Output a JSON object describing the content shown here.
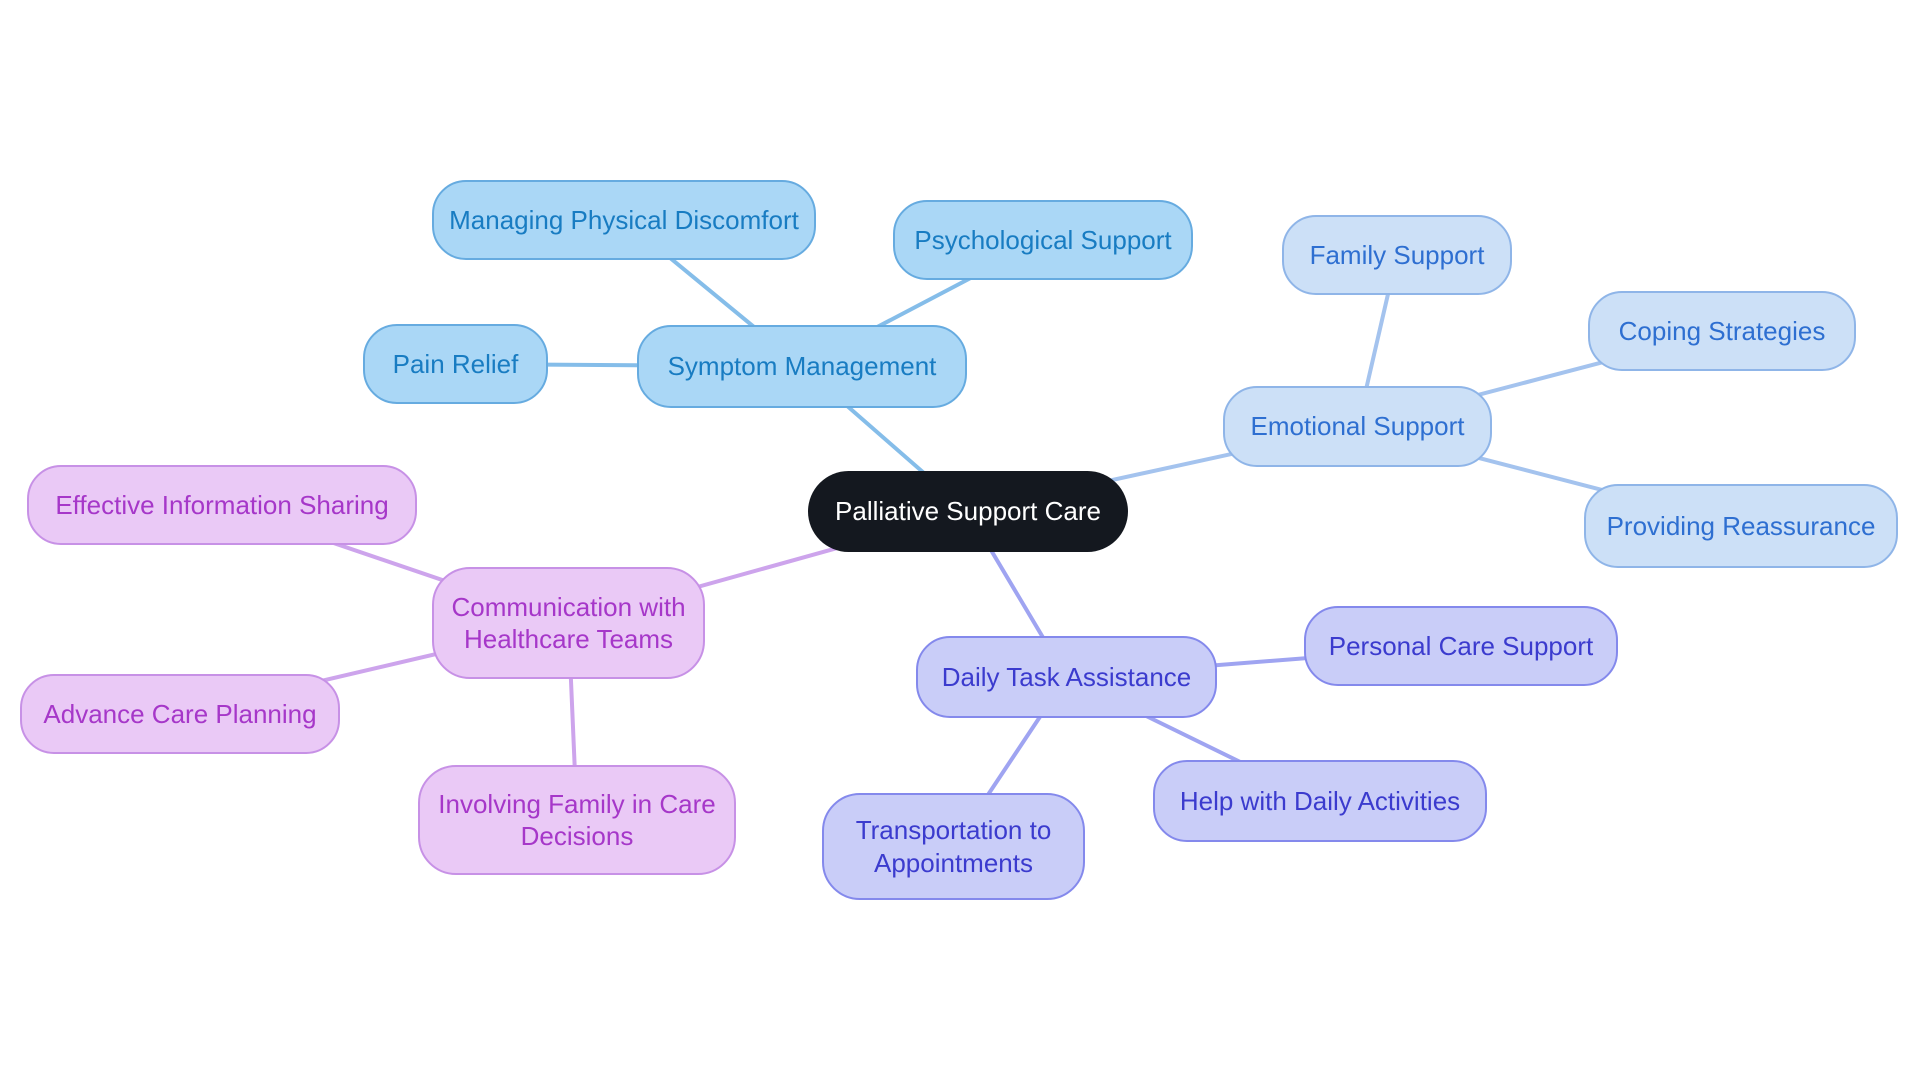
{
  "diagram": {
    "type": "mindmap",
    "background": "#ffffff",
    "edge_width": 4,
    "center": {
      "id": "center",
      "label": "Palliative Support Care",
      "fill": "#14181f",
      "text_color": "#ffffff"
    },
    "branches": [
      {
        "id": "symptom-management",
        "label": "Symptom Management",
        "fill": "#aad7f6",
        "border": "#66abe0",
        "text_color": "#187cc2",
        "line": "#85bde9",
        "children": [
          {
            "id": "managing-physical-discomfort",
            "label": "Managing Physical Discomfort"
          },
          {
            "id": "psychological-support",
            "label": "Psychological Support"
          },
          {
            "id": "pain-relief",
            "label": "Pain Relief"
          }
        ]
      },
      {
        "id": "emotional-support",
        "label": "Emotional Support",
        "fill": "#cce0f7",
        "border": "#8fb5e8",
        "text_color": "#2e6fd1",
        "line": "#a4c3ee",
        "children": [
          {
            "id": "family-support",
            "label": "Family Support"
          },
          {
            "id": "coping-strategies",
            "label": "Coping Strategies"
          },
          {
            "id": "providing-reassurance",
            "label": "Providing Reassurance"
          }
        ]
      },
      {
        "id": "daily-task-assistance",
        "label": "Daily Task Assistance",
        "fill": "#c9cdf8",
        "border": "#8489ec",
        "text_color": "#3b3bce",
        "line": "#9fa4f1",
        "children": [
          {
            "id": "personal-care-support",
            "label": "Personal Care Support"
          },
          {
            "id": "help-with-daily-activities",
            "label": "Help with Daily Activities"
          },
          {
            "id": "transportation-to-appointments",
            "label": "Transportation to Appointments"
          }
        ]
      },
      {
        "id": "communication-with-healthcare-teams",
        "label": "Communication with Healthcare Teams",
        "fill": "#eac9f6",
        "border": "#c791e6",
        "text_color": "#a637c9",
        "line": "#cda4ec",
        "children": [
          {
            "id": "effective-information-sharing",
            "label": "Effective Information Sharing"
          },
          {
            "id": "advance-care-planning",
            "label": "Advance Care Planning"
          },
          {
            "id": "involving-family-in-care-decisions",
            "label": "Involving Family in Care Decisions"
          }
        ]
      }
    ],
    "edges": [
      {
        "from": "center",
        "to": "symptom-management",
        "branch": "symptom-management"
      },
      {
        "from": "symptom-management",
        "to": "managing-physical-discomfort",
        "branch": "symptom-management"
      },
      {
        "from": "symptom-management",
        "to": "psychological-support",
        "branch": "symptom-management"
      },
      {
        "from": "symptom-management",
        "to": "pain-relief",
        "branch": "symptom-management"
      },
      {
        "from": "center",
        "to": "emotional-support",
        "branch": "emotional-support"
      },
      {
        "from": "emotional-support",
        "to": "family-support",
        "branch": "emotional-support"
      },
      {
        "from": "emotional-support",
        "to": "coping-strategies",
        "branch": "emotional-support"
      },
      {
        "from": "emotional-support",
        "to": "providing-reassurance",
        "branch": "emotional-support"
      },
      {
        "from": "center",
        "to": "daily-task-assistance",
        "branch": "daily-task-assistance"
      },
      {
        "from": "daily-task-assistance",
        "to": "personal-care-support",
        "branch": "daily-task-assistance"
      },
      {
        "from": "daily-task-assistance",
        "to": "help-with-daily-activities",
        "branch": "daily-task-assistance"
      },
      {
        "from": "daily-task-assistance",
        "to": "transportation-to-appointments",
        "branch": "daily-task-assistance"
      },
      {
        "from": "center",
        "to": "communication-with-healthcare-teams",
        "branch": "communication-with-healthcare-teams"
      },
      {
        "from": "communication-with-healthcare-teams",
        "to": "effective-information-sharing",
        "branch": "communication-with-healthcare-teams"
      },
      {
        "from": "communication-with-healthcare-teams",
        "to": "advance-care-planning",
        "branch": "communication-with-healthcare-teams"
      },
      {
        "from": "communication-with-healthcare-teams",
        "to": "involving-family-in-care-decisions",
        "branch": "communication-with-healthcare-teams"
      }
    ]
  }
}
